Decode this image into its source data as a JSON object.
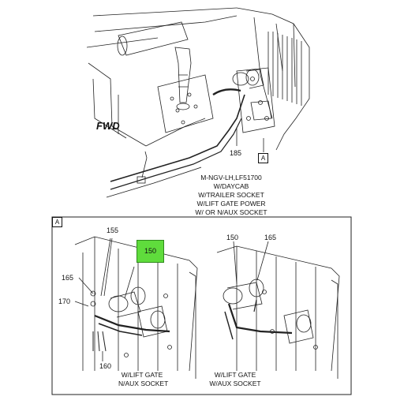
{
  "top": {
    "fwd_label": "FWD",
    "callout_185": "185",
    "view_tag": "A",
    "note_lines": [
      "M-NGV-LH,LF51700",
      "W/DAYCAB",
      "W/TRAILER SOCKET",
      "W/LIFT GATE POWER",
      "W/ OR N/AUX SOCKET"
    ]
  },
  "detail": {
    "view_tag": "A",
    "left": {
      "callouts": {
        "c155": "155",
        "c150": "150",
        "c165": "165",
        "c170": "170",
        "c160": "160"
      },
      "caption_lines": [
        "W/LIFT GATE",
        "N/AUX SOCKET"
      ]
    },
    "right": {
      "callouts": {
        "c150": "150",
        "c165": "165"
      },
      "caption_lines": [
        "W/LIFT GATE",
        "W/AUX SOCKET"
      ]
    },
    "highlight_color": "#5fdc3c"
  }
}
